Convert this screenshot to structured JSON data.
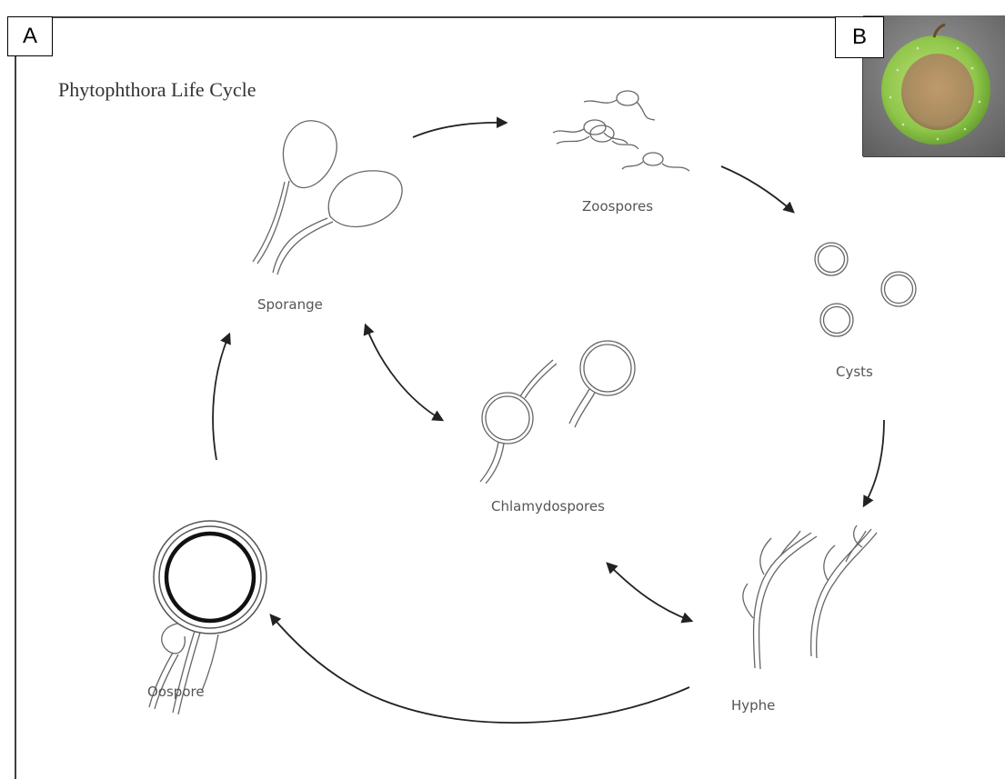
{
  "panels": {
    "a_label": "A",
    "b_label": "B"
  },
  "title": "Phytophthora Life Cycle",
  "stages": {
    "zoospores": "Zoospores",
    "sporange": "Sporange",
    "cysts": "Cysts",
    "chlamydospores": "Chlamydospores",
    "oospore": "Oospore",
    "hyphe": "Hyphe"
  },
  "colors": {
    "line": "#555555",
    "arrow": "#222222",
    "apple_green": "#8fc64a",
    "lesion_brown": "#a58a5e",
    "photo_bg": "#7a7a7a"
  }
}
